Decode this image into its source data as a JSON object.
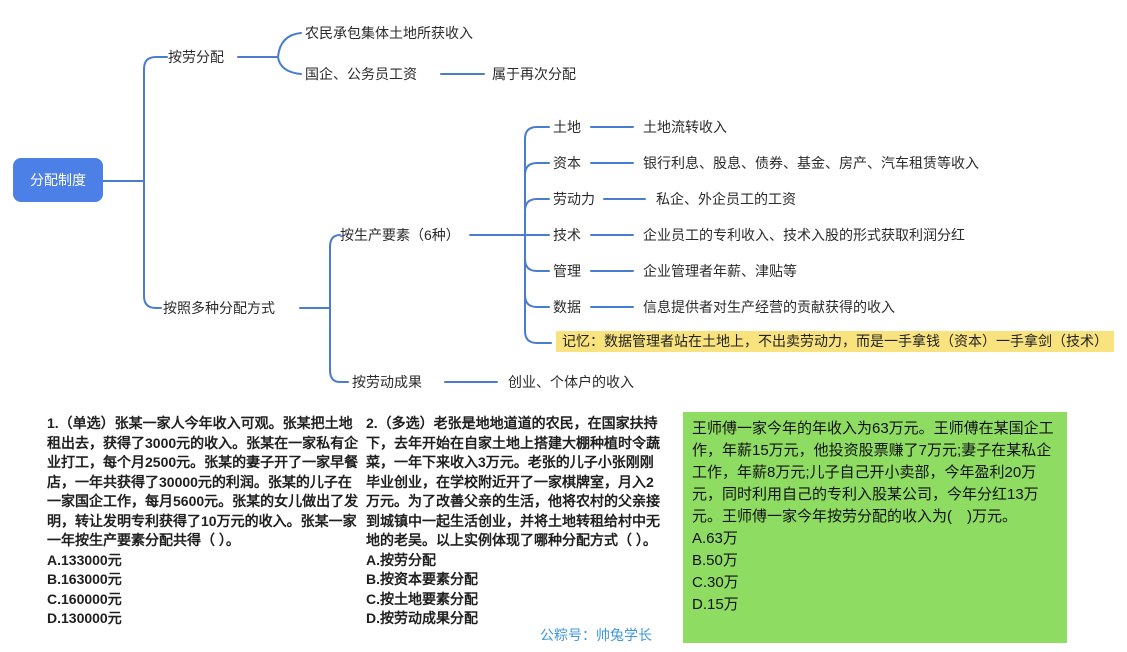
{
  "colors": {
    "node_blue": "#4D80E6",
    "line_blue": "#4A7CD0",
    "highlight_yellow": "#F9E37E",
    "q3_green": "#8EDC62",
    "watermark_blue": "#3E97DC"
  },
  "mindmap": {
    "root": "分配制度",
    "by_labor": {
      "label": "按劳分配",
      "child1": "农民承包集体土地所获收入",
      "child2": "国企、公务员工资",
      "child2_note": "属于再次分配"
    },
    "multi_modes": {
      "label": "按照多种分配方式",
      "by_factors": {
        "label": "按生产要素（6种）",
        "factors": [
          {
            "name": "土地",
            "desc": "土地流转收入"
          },
          {
            "name": "资本",
            "desc": "银行利息、股息、债券、基金、房产、汽车租赁等收入"
          },
          {
            "name": "劳动力",
            "desc": "私企、外企员工的工资"
          },
          {
            "name": "技术",
            "desc": "企业员工的专利收入、技术入股的形式获取利润分红"
          },
          {
            "name": "管理",
            "desc": "企业管理者年薪、津贴等"
          },
          {
            "name": "数据",
            "desc": "信息提供者对生产经营的贡献获得的收入"
          }
        ],
        "memory_note": "记忆：数据管理者站在土地上，不出卖劳动力，而是一手拿钱（资本）一手拿剑（技术）"
      },
      "by_results": {
        "label": "按劳动成果",
        "child": "创业、个体户的收入"
      }
    }
  },
  "questions": {
    "q1": {
      "stem": "1.（单选）张某一家人今年收入可观。张某把土地租出去，获得了3000元的收入。张某在一家私有企业打工，每个月2500元。张某的妻子开了一家早餐店，一年共获得了30000元的利润。张某的儿子在一家国企工作，每月5600元。张某的女儿做出了发明，转让发明专利获得了10万元的收入。张某一家一年按生产要素分配共得（ ）。",
      "options": [
        "A.133000元",
        "B.163000元",
        "C.160000元",
        "D.130000元"
      ]
    },
    "q2": {
      "stem": "2.（多选）老张是地地道道的农民，在国家扶持下，去年开始在自家土地上搭建大棚种植时令蔬菜，一年下来收入3万元。老张的儿子小张刚刚毕业创业，在学校附近开了一家棋牌室，月入2万元。为了改善父亲的生活，他将农村的父亲接到城镇中一起生活创业，并将土地转租给村中无地的老吴。以上实例体现了哪种分配方式（ ）。",
      "options": [
        "A.按劳分配",
        "B.按资本要素分配",
        "C.按土地要素分配",
        "D.按劳动成果分配"
      ]
    },
    "q3": {
      "stem": "王师傅一家今年的年收入为63万元。王师傅在某国企工作，年薪15万元，他投资股票赚了7万元;妻子在某私企工作，年薪8万元;儿子自己开小卖部，今年盈利20万元，同时利用自己的专利入股某公司，今年分红13万元。王师傅一家今年按劳分配的收入为(　)万元。",
      "options": [
        "A.63万",
        "B.50万",
        "C.30万",
        "D.15万"
      ]
    }
  },
  "watermark": "公粽号：帅兔学长"
}
